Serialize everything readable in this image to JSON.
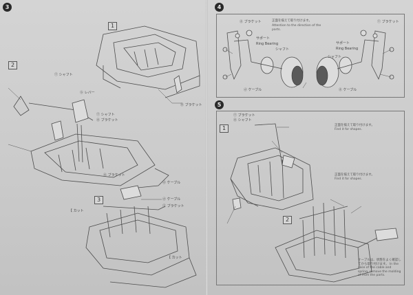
{
  "steps": {
    "s3": {
      "num": "3"
    },
    "s4": {
      "num": "4"
    },
    "s5": {
      "num": "5"
    }
  },
  "boxes": {
    "b1": "1",
    "b2": "2",
    "b3": "3",
    "b5_1": "1",
    "b5_2": "2"
  },
  "labels": {
    "l1": "ⓕ シャフト",
    "l2": "ⓑ レバー",
    "l3": "ⓕ シャフト",
    "l4": "ⓖ ブラケット",
    "l5": "ⓖ ブラケット",
    "l6": "ⓓ ケーブル",
    "l7": "ⓓ ケーブル",
    "l8": "ⓕ ブラケット",
    "l9": "【 カット",
    "l10": "【 カット",
    "l11": "ⓖ ブラケット",
    "l12": "ⓖ ブラケット",
    "l13": "サポート",
    "l14": "サポート",
    "l15": "Ring Bearing",
    "l16": "Ring Bearing",
    "l17": "シャフト",
    "l18": "シャフト",
    "l19": "ⓓ ケーブル",
    "l20": "ⓕ ブラケット",
    "l21": "ⓖ シャフト",
    "l22": "ⓕ ブラケット",
    "l23": "ⓖ ケーブル"
  },
  "notes": {
    "n1": "正面を揃えて取り付けます。",
    "n2": "Attention to the direction of the parts.",
    "n3": "正面を揃えて取り付けます。",
    "n4": "Find it for shapes.",
    "n5": "正面を揃えて取り付けます。",
    "n6": "Find it for shapes.",
    "n7": "ケーブルは、状態をよく確認してから取り付けます。 In the case of the cable and spring, remove the molding of from the parts."
  }
}
